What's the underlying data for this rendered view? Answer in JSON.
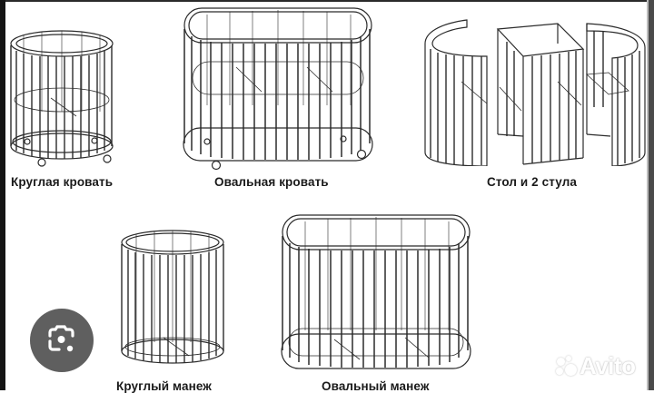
{
  "captions": {
    "round_bed": "Круглая кровать",
    "oval_bed": "Овальная кровать",
    "table_chairs": "Стол и 2 стула",
    "round_playpen": "Круглый манеж",
    "oval_playpen": "Овальный манеж"
  },
  "lens_button": {
    "icon": "camera-search-icon",
    "color": "#5f5f5f"
  },
  "watermark": {
    "text": "Avito",
    "icon": "avito-dots-icon"
  },
  "colors": {
    "background": "#ffffff",
    "line_art": "#2b2b2b",
    "caption_text": "#1a1a1a",
    "frame_left": "#141414",
    "frame_right": "#4a4a4a"
  }
}
